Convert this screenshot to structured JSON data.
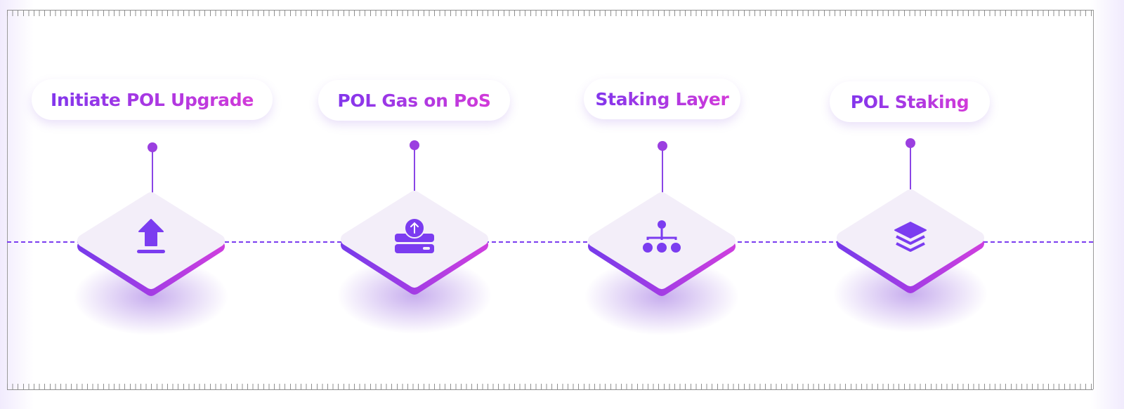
{
  "steps": [
    {
      "label": "Initiate POL Upgrade",
      "icon": "upload-icon"
    },
    {
      "label": "POL Gas on PoS",
      "icon": "server-upload-icon"
    },
    {
      "label": "Staking Layer",
      "icon": "hierarchy-icon"
    },
    {
      "label": "POL Staking",
      "icon": "layers-icon"
    }
  ],
  "colors": {
    "accent": "#7b3cf0",
    "accent2": "#c93bdc",
    "face": "#f3eef9"
  }
}
